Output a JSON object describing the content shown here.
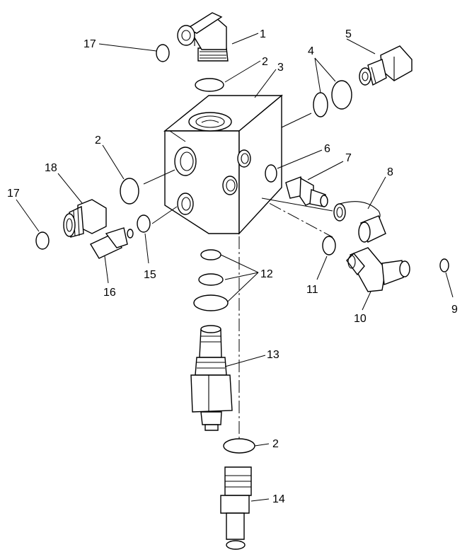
{
  "callouts": [
    {
      "id": "c1",
      "text": "1"
    },
    {
      "id": "c2a",
      "text": "2"
    },
    {
      "id": "c3",
      "text": "3"
    },
    {
      "id": "c4",
      "text": "4"
    },
    {
      "id": "c5",
      "text": "5"
    },
    {
      "id": "c17a",
      "text": "17"
    },
    {
      "id": "c2b",
      "text": "2"
    },
    {
      "id": "c6",
      "text": "6"
    },
    {
      "id": "c7",
      "text": "7"
    },
    {
      "id": "c8",
      "text": "8"
    },
    {
      "id": "c18",
      "text": "18"
    },
    {
      "id": "c17b",
      "text": "17"
    },
    {
      "id": "c15",
      "text": "15"
    },
    {
      "id": "c16",
      "text": "16"
    },
    {
      "id": "c12",
      "text": "12"
    },
    {
      "id": "c11",
      "text": "11"
    },
    {
      "id": "c10",
      "text": "10"
    },
    {
      "id": "c9",
      "text": "9"
    },
    {
      "id": "c13",
      "text": "13"
    },
    {
      "id": "c2c",
      "text": "2"
    },
    {
      "id": "c14",
      "text": "14"
    }
  ]
}
